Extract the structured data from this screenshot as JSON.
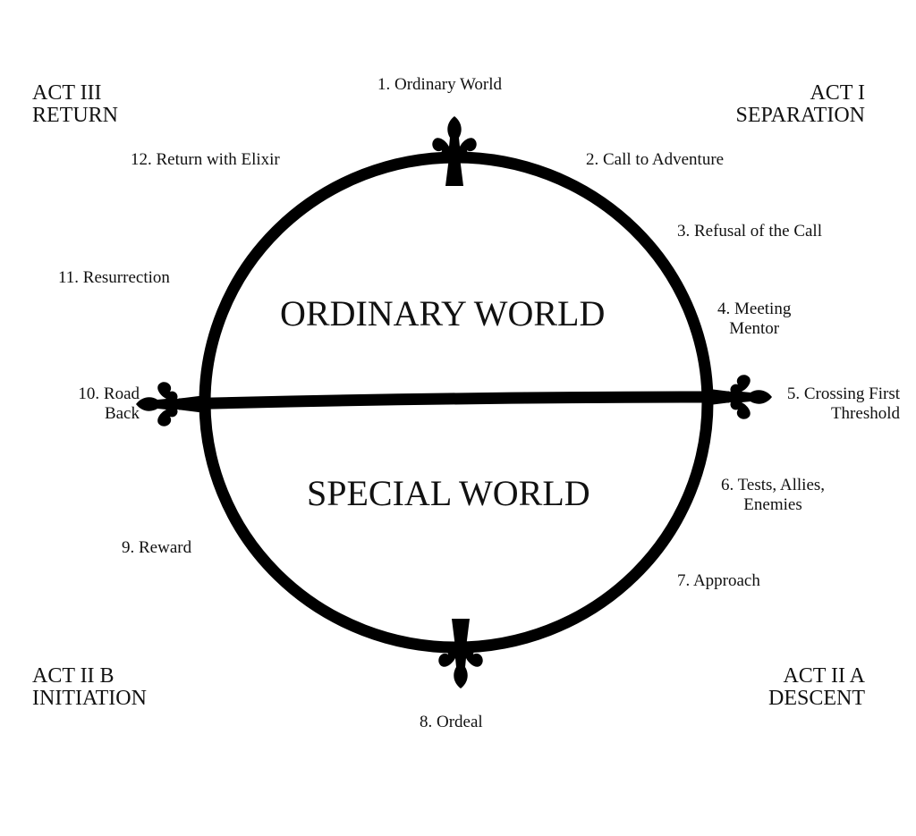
{
  "acts": {
    "act3": {
      "line1": "ACT III",
      "line2": "RETURN"
    },
    "act1": {
      "line1": "ACT I",
      "line2": "SEPARATION"
    },
    "act2b": {
      "line1": "ACT II B",
      "line2": "INITIATION"
    },
    "act2a": {
      "line1": "ACT II A",
      "line2": "DESCENT"
    }
  },
  "worlds": {
    "upper": "ORDINARY WORLD",
    "lower": "SPECIAL WORLD"
  },
  "stages": {
    "s1": "1. Ordinary World",
    "s2": "2. Call to Adventure",
    "s3": "3. Refusal of the Call",
    "s4a": "4. Meeting",
    "s4b": "Mentor",
    "s5a": "5. Crossing First",
    "s5b": "Threshold",
    "s6a": "6. Tests, Allies,",
    "s6b": "Enemies",
    "s7": "7. Approach",
    "s8": "8. Ordeal",
    "s9": "9. Reward",
    "s10a": "10. Road",
    "s10b": "Back",
    "s11": "11. Resurrection",
    "s12": "12. Return with Elixir"
  }
}
